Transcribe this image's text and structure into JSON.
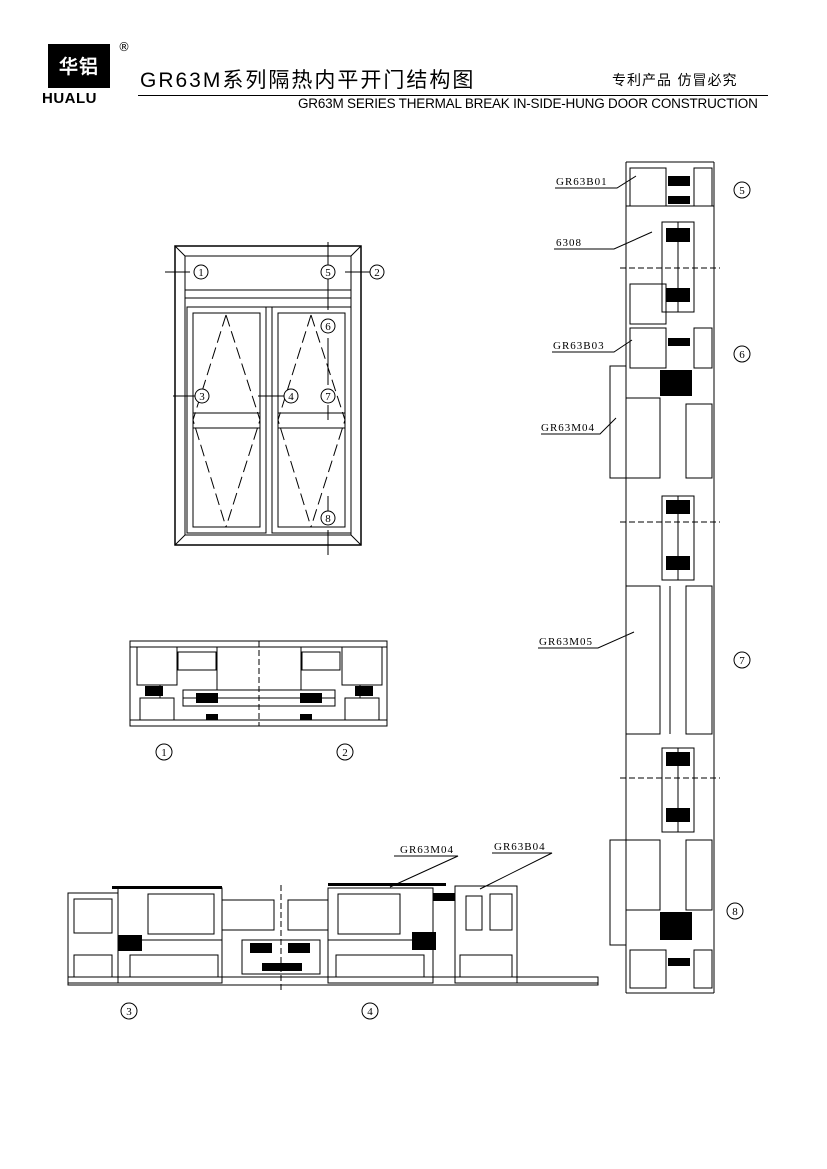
{
  "logo": {
    "cn": "华铝",
    "en": "HUALU",
    "reg": "®"
  },
  "header": {
    "title_cn": "GR63M系列隔热内平开门结构图",
    "title_en": "GR63M SERIES THERMAL BREAK IN-SIDE-HUNG DOOR CONSTRUCTION",
    "notice": "专利产品  仿冒必究"
  },
  "elevation": {
    "markers": [
      "1",
      "2",
      "3",
      "4",
      "5",
      "6",
      "7",
      "8"
    ]
  },
  "section_labels": {
    "s1": "1",
    "s2": "2",
    "s3": "3",
    "s4": "4",
    "s5": "5",
    "s6": "6",
    "s7": "7",
    "s8": "8"
  },
  "profiles": {
    "gr63b01": "GR63B01",
    "p6308": "6308",
    "gr63b03": "GR63B03",
    "gr63m04_v": "GR63M04",
    "gr63m05": "GR63M05",
    "gr63m04_h": "GR63M04",
    "gr63b04": "GR63B04"
  }
}
